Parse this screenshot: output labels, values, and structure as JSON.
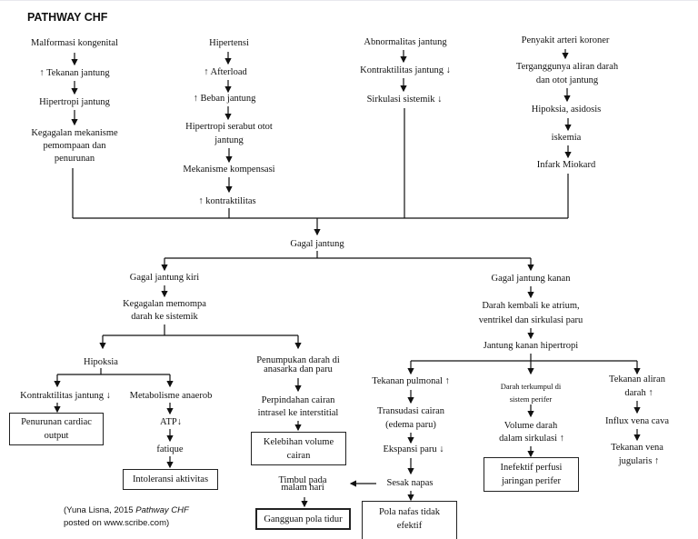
{
  "title": "PATHWAY CHF",
  "citation": {
    "line1_prefix": "(Yuna Lisna, 2015 ",
    "line1_italic": "Pathway CHF",
    "line2": "posted on www.scribe.com)"
  },
  "causes": {
    "congenital": [
      "Malformasi kongenital",
      "↑ Tekanan jantung",
      "Hipertropi jantung",
      "Kegagalan mekanisme",
      "pemompaan dan",
      "penurunan"
    ],
    "hypertension": [
      "Hipertensi",
      "↑ Afterload",
      "↑ Beban jantung",
      "Hipertropi serabut otot",
      "jantung",
      "Mekanisme kompensasi",
      "↑ kontraktilitas"
    ],
    "abnormality": [
      "Abnormalitas jantung",
      "Kontraktilitas jantung ↓",
      "Sirkulasi sistemik ↓"
    ],
    "coronary": [
      "Penyakit arteri koroner",
      "Terganggunya aliran darah",
      "dan otot jantung",
      "Hipoksia, asidosis",
      "iskemia",
      "Infark Miokard"
    ]
  },
  "center": "Gagal jantung",
  "left": {
    "title": "Gagal jantung kiri",
    "pump_failure": [
      "Kegagalan memompa",
      "darah ke sistemik"
    ],
    "hypoxia": "Hipoksia",
    "contractility": "Kontraktilitas jantung ↓",
    "cardiac_output_box": [
      "Penurunan cardiac",
      "output"
    ],
    "metabolism": "Metabolisme anaerob",
    "atp": "ATP↓",
    "fatigue": "fatique",
    "activity_box": "Intoleransi aktivitas",
    "accumulation": [
      "Penumpukan darah di",
      "anasarka dan paru"
    ],
    "fluid_shift": [
      "Perpindahan cairan",
      "intrasel ke interstitial"
    ],
    "fluid_box": [
      "Kelebihan volume",
      "cairan"
    ],
    "night": [
      "Timbul pada",
      "malam hari"
    ],
    "sleep_box": "Gangguan pola tidur"
  },
  "right": {
    "title": "Gagal jantung kanan",
    "return": [
      "Darah kembali ke atrium,",
      "ventrikel dan sirkulasi paru"
    ],
    "hypertrophy": "Jantung kanan hipertropi",
    "pulmonary": [
      "Tekanan pulmonal ↑",
      "Transudasi cairan",
      "(edema paru)",
      "Ekspansi paru ↓",
      "Sesak napas"
    ],
    "breath_box": [
      "Pola nafas tidak",
      "efektif"
    ],
    "peripheral": [
      "Darah terkumpul di",
      "sistem perifer",
      "Volume darah",
      "dalam sirkulasi ↑"
    ],
    "perfusion_box": [
      "Inefektif perfusi",
      "jaringan perifer"
    ],
    "venous": [
      "Tekanan aliran",
      "darah ↑",
      "Influx vena cava",
      "Tekanan vena",
      "jugularis ↑"
    ]
  }
}
